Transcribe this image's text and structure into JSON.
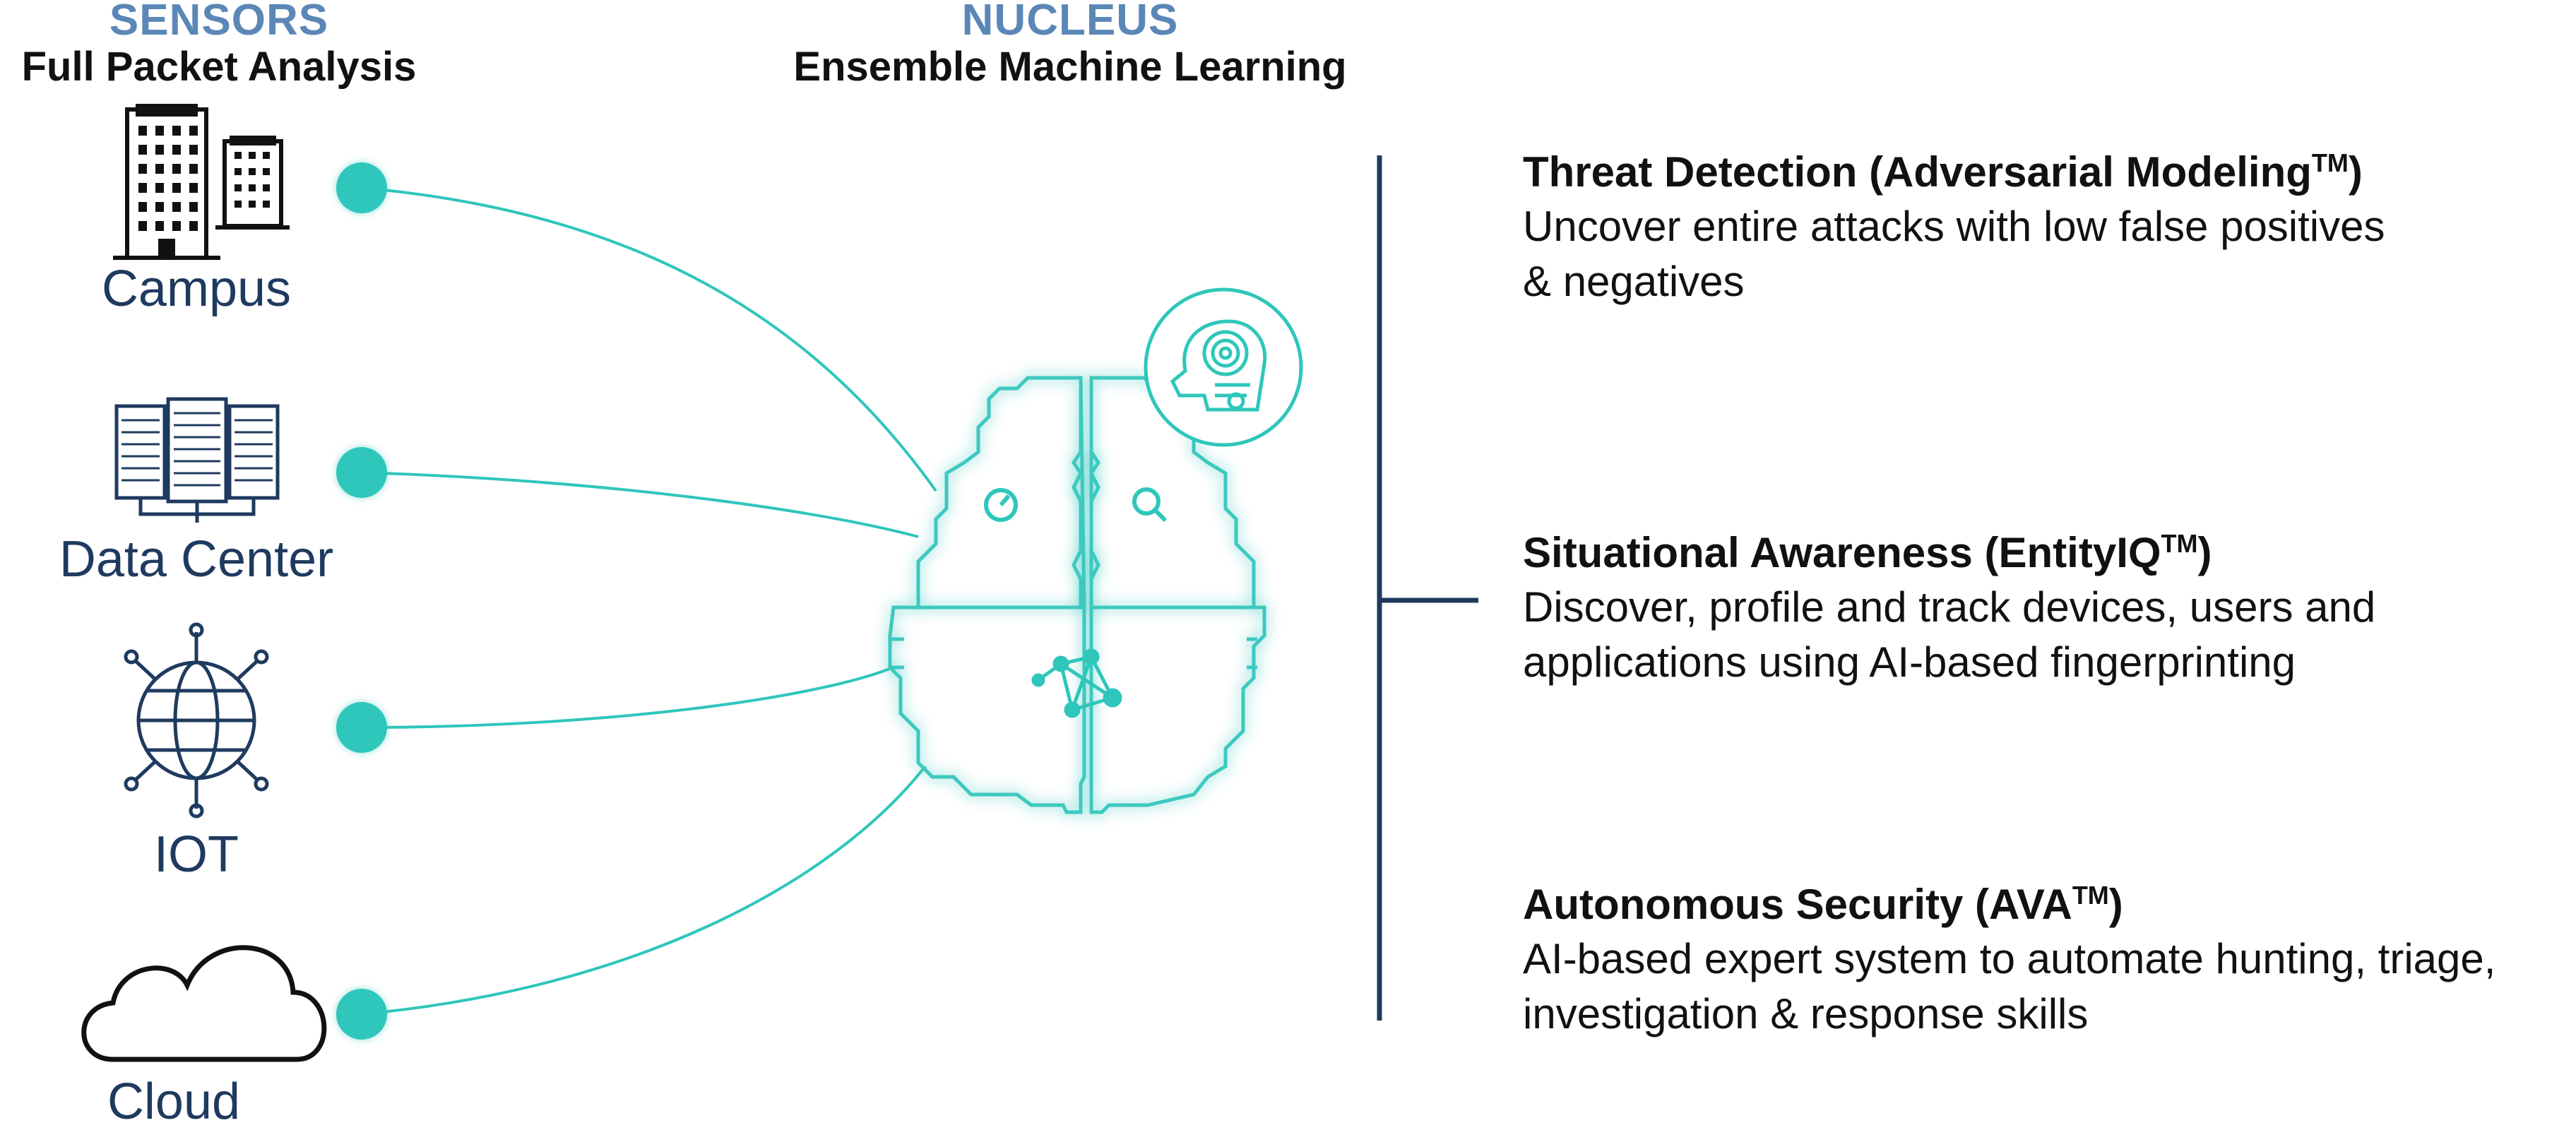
{
  "header": {
    "sensors_title": "SENSORS",
    "sensors_subtitle": "Full Packet Analysis",
    "nucleus_title": "NUCLEUS",
    "nucleus_subtitle": "Ensemble Machine Learning"
  },
  "sensors": [
    {
      "label": "Campus",
      "icon": "buildings-icon"
    },
    {
      "label": "Data Center",
      "icon": "servers-icon"
    },
    {
      "label": "IOT",
      "icon": "globe-network-icon"
    },
    {
      "label": "Cloud",
      "icon": "cloud-icon"
    }
  ],
  "features": [
    {
      "title": "Threat Detection (Adversarial Modeling",
      "tm": "TM",
      "title_end": ")",
      "desc": "Uncover entire attacks with low false positives\n& negatives"
    },
    {
      "title": "Situational Awareness (EntityIQ",
      "tm": "TM",
      "title_end": ")",
      "desc": "Discover, profile and track devices, users and\napplications using AI-based fingerprinting"
    },
    {
      "title": "Autonomous Security (AVA",
      "tm": "TM",
      "title_end": ")",
      "desc": "AI-based expert system to automate hunting, triage,\ninvestigation & response skills"
    }
  ],
  "colors": {
    "accent": "#2fc6bb",
    "heading_blue": "#5b87b7",
    "label_navy": "#1f3a5f",
    "bracket": "#1f3a5f"
  },
  "nucleus": {
    "icons": [
      "brain-icon",
      "gauge-icon",
      "magnifier-icon",
      "network-icon",
      "ai-head-icon"
    ]
  }
}
